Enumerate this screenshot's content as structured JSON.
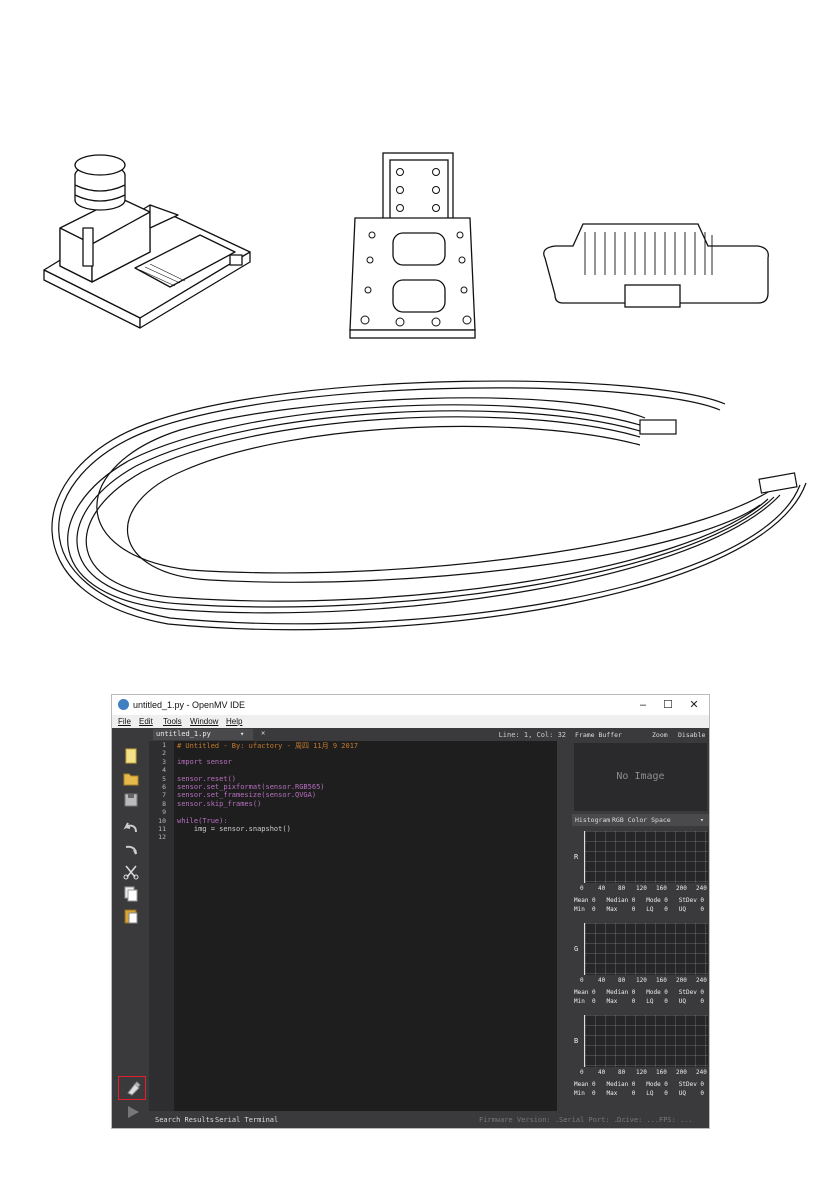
{
  "window": {
    "title": "untitled_1.py - OpenMV IDE",
    "min": "–",
    "max": "☐",
    "close": "✕"
  },
  "menu": [
    "File",
    "Edit",
    "Tools",
    "Window",
    "Help"
  ],
  "tab": {
    "name": "untitled_1.py",
    "dropdown": "▾",
    "close": "✕"
  },
  "status": {
    "line_col": "Line: 1, Col: 32"
  },
  "line_numbers": [
    "1",
    "2",
    "3",
    "4",
    "5",
    "6",
    "7",
    "8",
    "9",
    "10",
    "11",
    "12"
  ],
  "code": [
    "# Untitled - By: ufactory - 周四 11月 9 2017",
    "",
    "import sensor",
    "",
    "sensor.reset()",
    "sensor.set_pixformat(sensor.RGB565)",
    "sensor.set_framesize(sensor.QVGA)",
    "sensor.skip_frames()",
    "",
    "while(True):",
    "    img = sensor.snapshot()",
    ""
  ],
  "frame_buffer": {
    "label": "Frame Buffer",
    "zoom": "Zoom",
    "disable": "Disable",
    "no_image": "No Image"
  },
  "histogram": {
    "label": "Histogram",
    "space": "RGB Color Space",
    "dropdown": "▾"
  },
  "hist_ticks": [
    "0",
    "40",
    "80",
    "120",
    "160",
    "200",
    "240"
  ],
  "channels": [
    {
      "axis": "R",
      "row1": "Mean 0   Median 0   Mode 0   StDev 0",
      "row2": "Min  0   Max    0   LQ   0   UQ    0"
    },
    {
      "axis": "G",
      "row1": "Mean 0   Median 0   Mode 0   StDev 0",
      "row2": "Min  0   Max    0   LQ   0   UQ    0"
    },
    {
      "axis": "B",
      "row1": "Mean 0   Median 0   Mode 0   StDev 0",
      "row2": "Min  0   Max    0   LQ   0   UQ    0"
    }
  ],
  "bottom": {
    "search_results": "Search Results",
    "serial_terminal": "Serial Terminal",
    "firmware": "Firmware Version: ...",
    "serial_port": "Serial Port: ...",
    "drive": "Drive: ...",
    "fps": "FPS: ..."
  },
  "colors": {
    "highlight": "#e0202a",
    "comment": "#c77a2b",
    "keyword": "#b86fc0"
  },
  "toolbar_icons": [
    "new-file-icon",
    "open-folder-icon",
    "save-icon",
    "undo-icon",
    "redo-icon",
    "cut-icon",
    "copy-icon",
    "paste-icon",
    "connect-icon",
    "run-icon"
  ]
}
